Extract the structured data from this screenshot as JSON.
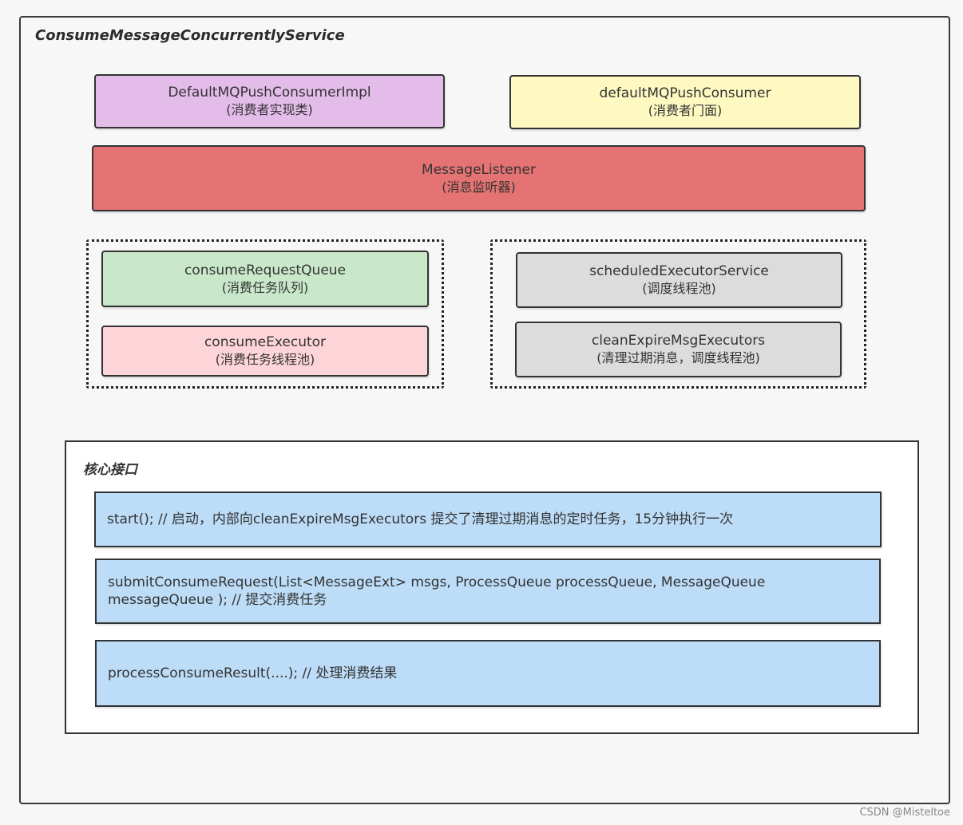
{
  "container": {
    "title": "ConsumeMessageConcurrentlyService"
  },
  "components": {
    "consumer_impl": {
      "name": "DefaultMQPushConsumerImpl",
      "desc": "(消费者实现类)",
      "color": "#e3bce9"
    },
    "consumer_facade": {
      "name": "defaultMQPushConsumer",
      "desc": "(消费者门面)",
      "color": "#fdf9c1"
    },
    "listener": {
      "name": "MessageListener",
      "desc": "(消息监听器)",
      "color": "#e57373"
    },
    "request_queue": {
      "name": "consumeRequestQueue",
      "desc": "(消费任务队列)",
      "color": "#c9e8c9"
    },
    "consume_executor": {
      "name": "consumeExecutor",
      "desc": "(消费任务线程池)",
      "color": "#fdd4d8"
    },
    "scheduled_executor": {
      "name": "scheduledExecutorService",
      "desc": "(调度线程池)",
      "color": "#dcdcdc"
    },
    "clean_executors": {
      "name": "cleanExpireMsgExecutors",
      "desc": "(清理过期消息，调度线程池)",
      "color": "#dcdcdc"
    }
  },
  "core_interface": {
    "title": "核心接口",
    "methods": [
      "start(); // 启动，内部向cleanExpireMsgExecutors 提交了清理过期消息的定时任务，15分钟执行一次",
      "submitConsumeRequest(List<MessageExt> msgs,  ProcessQueue processQueue, MessageQueue messageQueue ); // 提交消费任务",
      "processConsumeResult(....); // 处理消费结果"
    ]
  },
  "watermark": "CSDN @Misteltoe"
}
